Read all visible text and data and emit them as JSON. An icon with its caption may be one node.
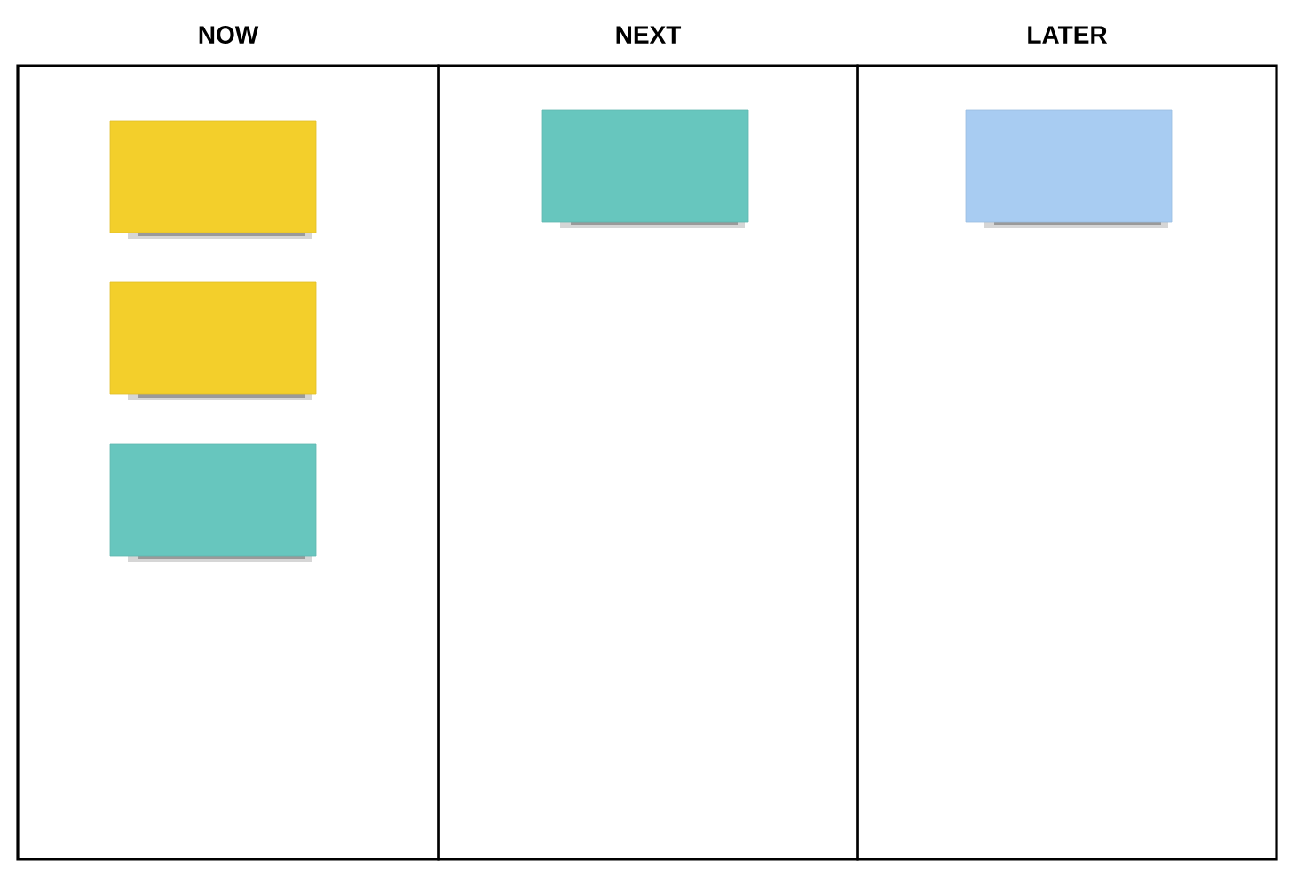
{
  "diagram": {
    "nodes": [
      {
        "text": [
          "NOW"
        ]
      },
      {
        "text": [],
        "shape": "box",
        "in": 0
      },
      {
        "text": [],
        "shape": "box",
        "in": 0
      },
      {
        "text": [],
        "shape": "box",
        "in": 0
      },
      {
        "text": [
          "NEXT"
        ]
      },
      {
        "text": [],
        "shape": "box",
        "in": 4
      },
      {
        "text": [
          "LATER"
        ]
      },
      {
        "text": [],
        "shape": "box",
        "in": 6
      }
    ]
  }
}
